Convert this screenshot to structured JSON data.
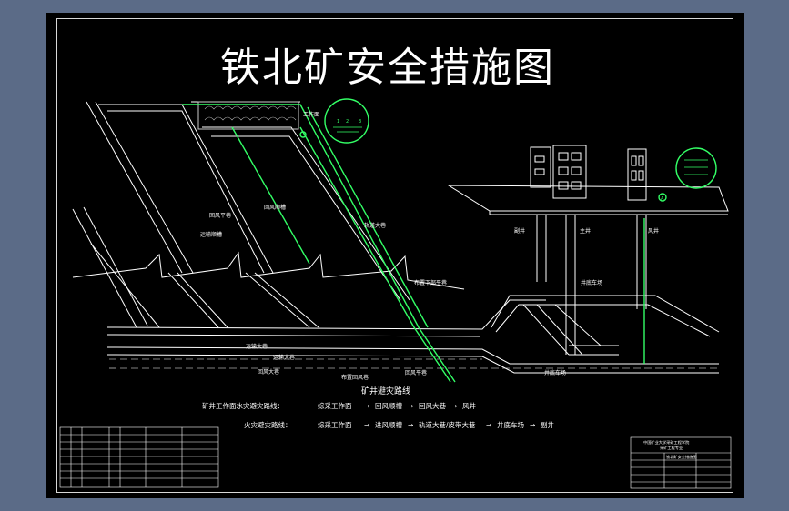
{
  "title": "铁北矿安全措施图",
  "route_title": "矿井避灾路线",
  "routes": {
    "water": {
      "label": "矿井工作面水灾避灾路线：",
      "steps": [
        "综采工作面",
        "回风顺槽",
        "回风大巷",
        "风井"
      ]
    },
    "fire": {
      "label": "火灾避灾路线：",
      "steps": [
        "综采工作面",
        "进风顺槽",
        "轨道大巷/皮带大巷",
        "井底车场",
        "副井"
      ]
    }
  },
  "labels": {
    "hui_feng_ping_xiang": "回风平巷",
    "yun_shu_shun_cao": "运输顺槽",
    "hui_feng_shun_cao": "回风顺槽",
    "gui_dao_da_xiang": "轨道大巷",
    "bu_xia_ping_xiang": "布置下部平巷",
    "hui_feng_da_xiang": "回风大巷",
    "yun_shu_da_xiang": "运输大巷",
    "bu_hui_feng_xiang": "布置回风巷",
    "jing_di_che_chang_1": "井底车场",
    "jing_di_che_chang_2": "井底车场",
    "fu_jing": "副井",
    "zhu_jing": "主井",
    "feng_jing": "风井",
    "gong_zuo_mian": "工作面"
  },
  "details": {
    "detail_a": "A",
    "detail_1": "1",
    "detail_2": "2",
    "detail_3": "3"
  },
  "title_block": {
    "school": "中国矿业大学采矿工程学院",
    "dept": "采矿工程专业",
    "drawing": "铁北矿安全措施图"
  },
  "colors": {
    "background": "#5b6b87",
    "sheet": "#000000",
    "line": "#ffffff",
    "escape_route": "#33ff66"
  }
}
